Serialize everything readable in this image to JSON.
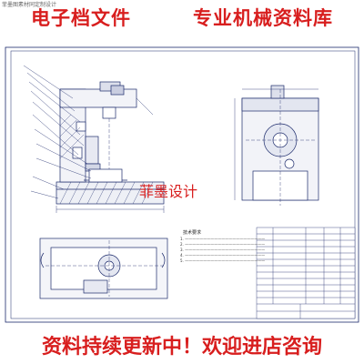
{
  "watermark": "菲墨图素材同定制设计",
  "top_banner": {
    "left": "电子档文件",
    "right": "专业机械资料库"
  },
  "stamp": "菲墨设计",
  "notes": {
    "title": "技术要求"
  },
  "bottom_banner": "资料持续更新中！欢迎进店咨询",
  "colors": {
    "accent": "#d81e1e",
    "line": "#1c2a6b"
  }
}
